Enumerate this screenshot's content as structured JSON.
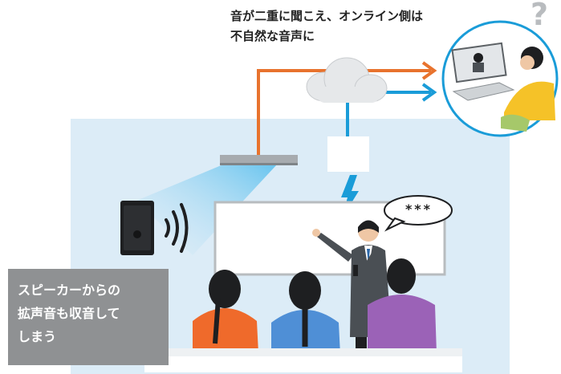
{
  "caption_top": {
    "line1": "音が二重に聞こえ、オンライン側は",
    "line2": "不自然な音声に"
  },
  "callout": {
    "line1": "スピーカーからの",
    "line2": "拡声音も収音して",
    "line3": "しまう"
  },
  "speech_bubble_text": "***",
  "question_mark": "?",
  "colors": {
    "room_bg": "#dcecf7",
    "orange_line": "#e8732e",
    "blue_line": "#1a9cd8",
    "callout_bg": "#8f9193",
    "beam": "#8fd3f2"
  },
  "icons": [
    "speaker-icon",
    "sound-waves-icon",
    "cloud-icon",
    "ceiling-microphone-icon",
    "wireless-box-icon",
    "lightning-icon",
    "whiteboard",
    "presenter",
    "audience",
    "remote-participant"
  ]
}
